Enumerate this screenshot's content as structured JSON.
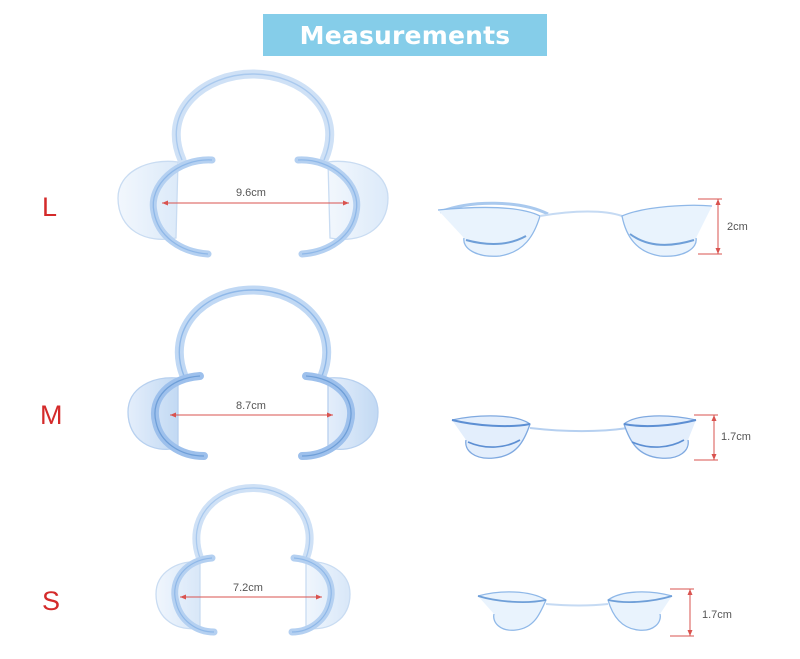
{
  "title": "Measurements",
  "colors": {
    "banner": "#85cde9",
    "size_letter": "#d42a2a",
    "dimension_line": "#d9534f",
    "retractor_outline": "#8fb8e8",
    "retractor_fill": "#e6f2fd"
  },
  "sizes": [
    {
      "letter": "L",
      "width": "9.6cm",
      "height": "2cm"
    },
    {
      "letter": "M",
      "width": "8.7cm",
      "height": "1.7cm"
    },
    {
      "letter": "S",
      "width": "7.2cm",
      "height": "1.7cm"
    }
  ]
}
